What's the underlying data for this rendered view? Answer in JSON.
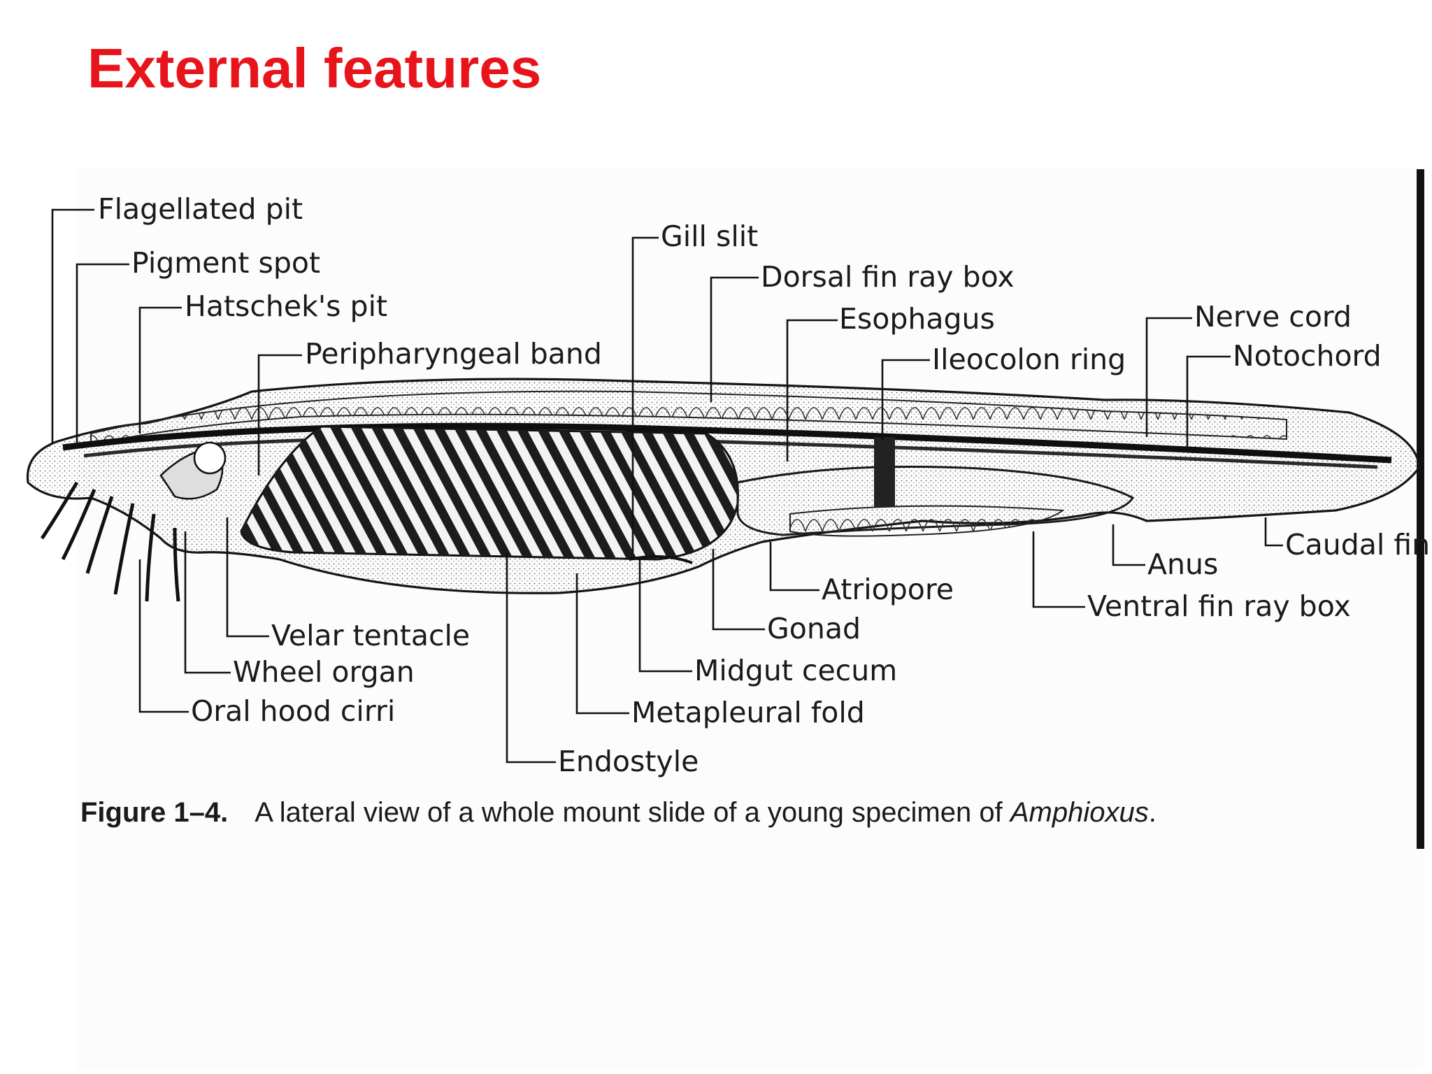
{
  "slide": {
    "title": "External features"
  },
  "figure": {
    "caption_number": "Figure 1–4.",
    "caption_text": "A lateral view of a whole mount slide of a young specimen of",
    "caption_species": "Amphioxus",
    "caption_end": ".",
    "labels": {
      "flagellated_pit": "Flagellated pit",
      "pigment_spot": "Pigment spot",
      "hatscheks_pit": "Hatschek's pit",
      "peripharyngeal_band": "Peripharyngeal band",
      "gill_slit": "Gill slit",
      "dorsal_fin_ray_box": "Dorsal fin ray box",
      "esophagus": "Esophagus",
      "ileocolon_ring": "Ileocolon ring",
      "nerve_cord": "Nerve cord",
      "notochord": "Notochord",
      "caudal_fin": "Caudal fin",
      "anus": "Anus",
      "ventral_fin_ray_box": "Ventral fin ray box",
      "atriopore": "Atriopore",
      "gonad": "Gonad",
      "midgut_cecum": "Midgut cecum",
      "metapleural_fold": "Metapleural fold",
      "endostyle": "Endostyle",
      "velar_tentacle": "Velar tentacle",
      "wheel_organ": "Wheel organ",
      "oral_hood_cirri": "Oral hood cirri"
    }
  }
}
